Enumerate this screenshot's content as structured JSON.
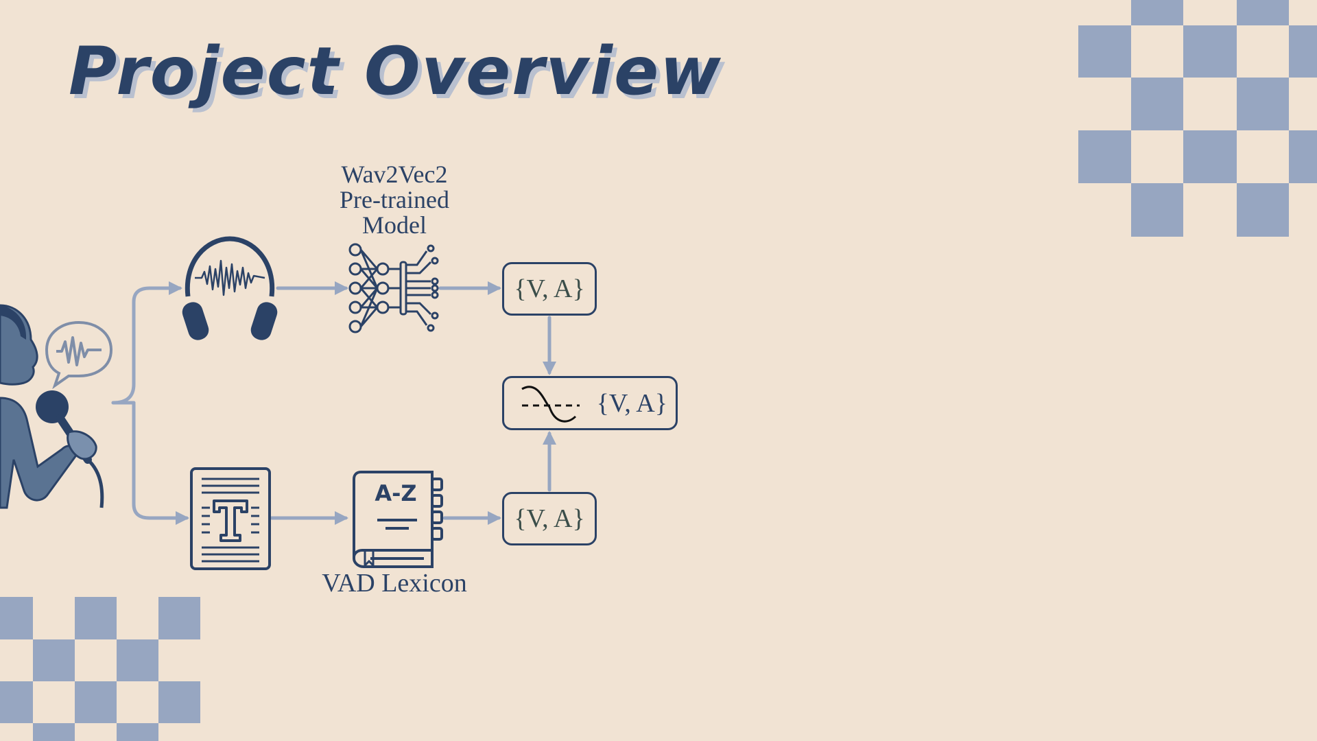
{
  "slide": {
    "title": "Project Overview",
    "colors": {
      "background": "#f1e3d3",
      "ink": "#2b4266",
      "arrow": "#97a6c1",
      "checker": "#97a6c1"
    }
  },
  "diagram": {
    "audio_branch": {
      "input_icon": "headphones-waveform-icon",
      "model_icon": "neural-network-icon",
      "model_label_lines": [
        "Wav2Vec2",
        "Pre-trained",
        "Model"
      ],
      "output_label": "{V, A}"
    },
    "text_branch": {
      "input_icon": "text-document-icon",
      "lexicon_icon": "dictionary-book-icon",
      "lexicon_book_text": "A-Z",
      "lexicon_label": "VAD Lexicon",
      "output_label": "{V, A}"
    },
    "fusion": {
      "icon": "sine-wave-fusion-icon",
      "output_label": "{V, A}"
    },
    "speaker_icon": "person-speaking-microphone-icon"
  }
}
